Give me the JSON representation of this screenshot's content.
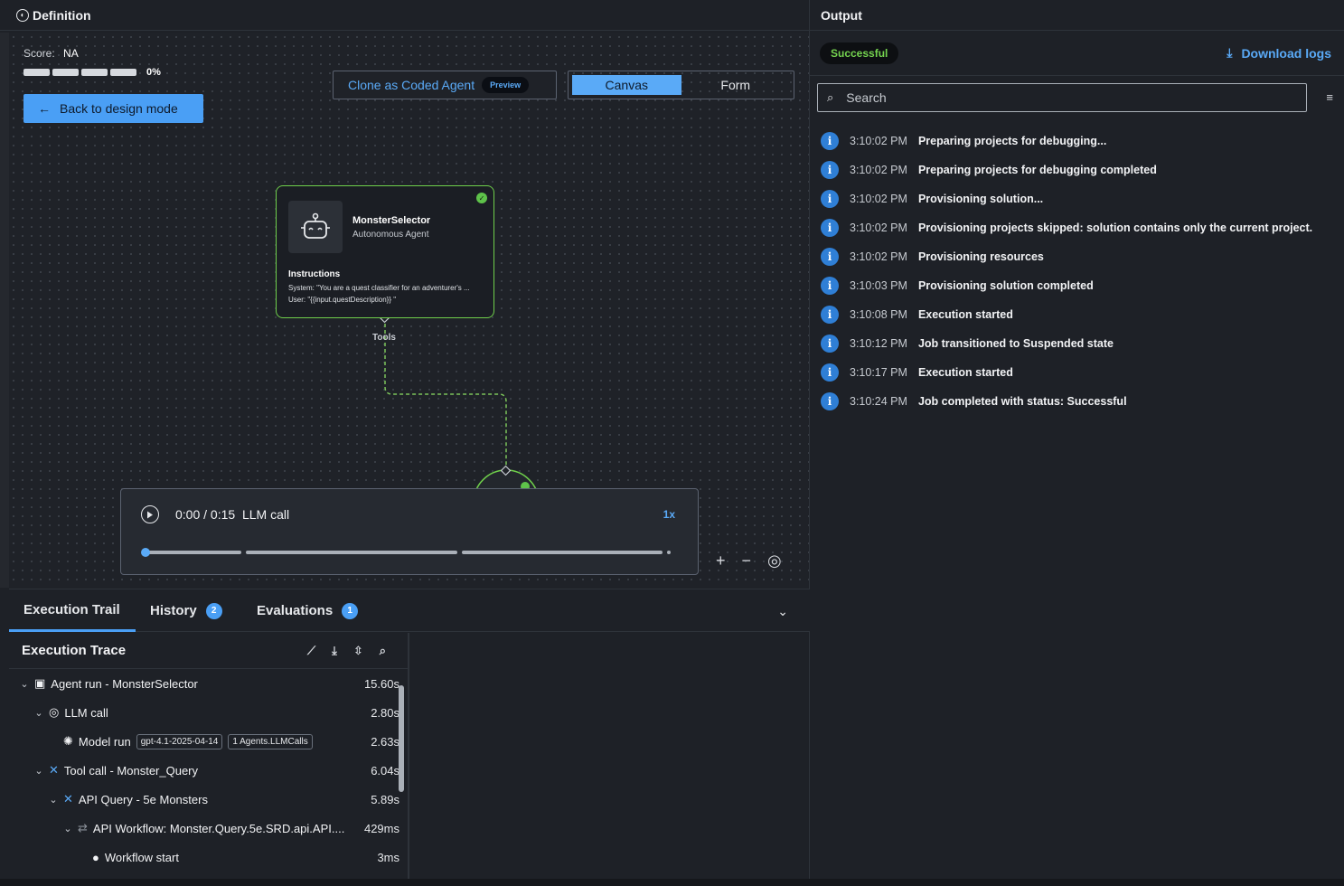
{
  "definition": {
    "title": "Definition",
    "score_label": "Score:",
    "score_value": "NA",
    "progress_pct": "0%",
    "progress_fraction": 0,
    "back_button": "Back to design mode",
    "clone_button": "Clone as Coded Agent",
    "preview_badge": "Preview",
    "view_toggle": {
      "canvas": "Canvas",
      "form": "Form",
      "active": "Canvas"
    }
  },
  "node": {
    "title": "MonsterSelector",
    "subtitle": "Autonomous Agent",
    "instructions_label": "Instructions",
    "system_text": "System: \"You are a quest classifier for an adventurer's ...",
    "user_text": "User: \"{{input.questDescription}} \"",
    "tools_label": "Tools",
    "status_color": "#6fcf4b"
  },
  "player": {
    "time": "0:00 / 0:15",
    "label": "LLM call",
    "speed": "1x"
  },
  "tabs": [
    {
      "label": "Execution Trail",
      "badge": ""
    },
    {
      "label": "History",
      "badge": "2"
    },
    {
      "label": "Evaluations",
      "badge": "1"
    }
  ],
  "trace": {
    "title": "Execution Trace",
    "rows": [
      {
        "label": "Agent run - MonsterSelector",
        "duration": "15.60s",
        "icon": "robot-icon"
      },
      {
        "label": "LLM call",
        "duration": "2.80s",
        "icon": "llm-icon"
      },
      {
        "label": "Model run",
        "duration": "2.63s",
        "icon": "openai-icon",
        "tags": [
          "gpt-4.1-2025-04-14",
          "1 Agents.LLMCalls"
        ]
      },
      {
        "label": "Tool call - Monster_Query",
        "duration": "6.04s",
        "icon": "tool-icon"
      },
      {
        "label": "API Query - 5e Monsters",
        "duration": "5.89s",
        "icon": "tool-icon"
      },
      {
        "label": "API Workflow: Monster.Query.5e.SRD.api.API....",
        "duration": "429ms",
        "icon": "workflow-icon"
      },
      {
        "label": "Workflow start",
        "duration": "3ms",
        "icon": "start-icon"
      }
    ]
  },
  "output": {
    "title": "Output",
    "status": "Successful",
    "download_logs": "Download logs",
    "search_placeholder": "Search",
    "accent_color": "#5aaaf7",
    "logs": [
      {
        "time": "3:10:02 PM",
        "message": "Preparing projects for debugging..."
      },
      {
        "time": "3:10:02 PM",
        "message": "Preparing projects for debugging completed"
      },
      {
        "time": "3:10:02 PM",
        "message": "Provisioning solution..."
      },
      {
        "time": "3:10:02 PM",
        "message": "Provisioning projects skipped: solution contains only the current project."
      },
      {
        "time": "3:10:02 PM",
        "message": "Provisioning resources"
      },
      {
        "time": "3:10:03 PM",
        "message": "Provisioning solution completed"
      },
      {
        "time": "3:10:08 PM",
        "message": "Execution started"
      },
      {
        "time": "3:10:12 PM",
        "message": "Job transitioned to Suspended state"
      },
      {
        "time": "3:10:17 PM",
        "message": "Execution started"
      },
      {
        "time": "3:10:24 PM",
        "message": "Job completed with status: Successful"
      }
    ]
  }
}
